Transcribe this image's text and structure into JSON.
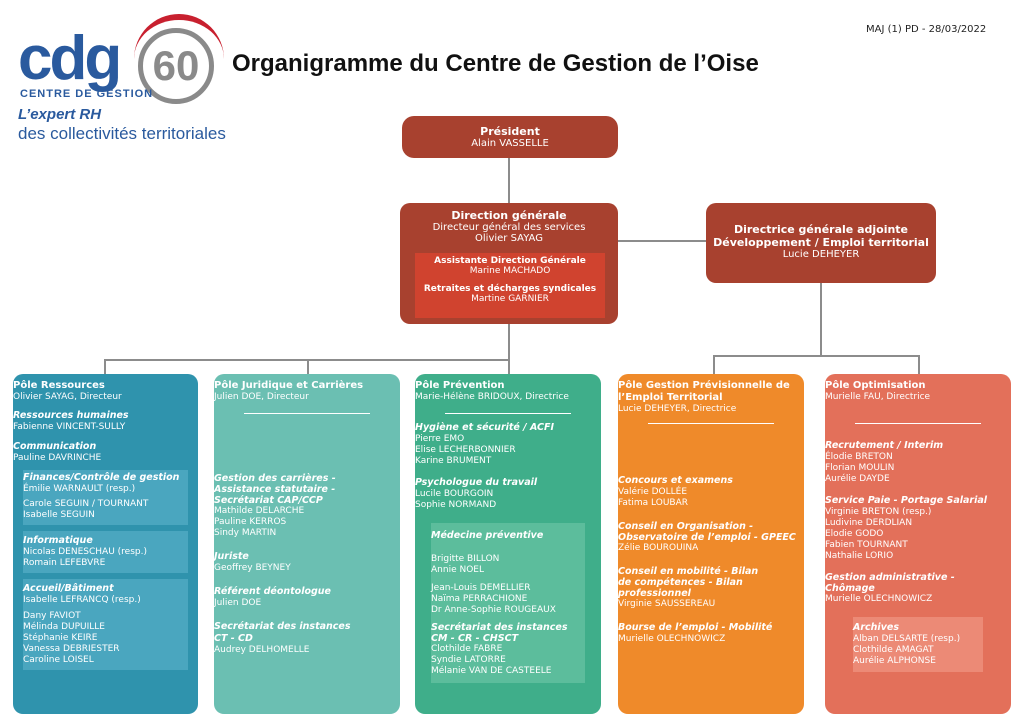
{
  "header": {
    "title": "Organigramme du Centre de Gestion de l’Oise",
    "maj": "MAJ (1) PD - 28/03/2022",
    "logo_cdg": "cdg",
    "logo_60": "60",
    "logo_sub": "CENTRE DE GESTION",
    "logo_expert": "L’expert RH",
    "logo_coll": "des collectivités territoriales"
  },
  "colors": {
    "direction": "#a8412f",
    "ressources": "#2f93ad",
    "juridique": "#6bbfb2",
    "prevention": "#3fae8a",
    "gpec": "#ef8a2a",
    "optimisation": "#e3705a",
    "connector": "#8c8c8c"
  },
  "president": {
    "title": "Président",
    "name": "Alain VASSELLE"
  },
  "dg": {
    "title": "Direction générale",
    "role": "Directeur général des services",
    "name": "Olivier SAYAG",
    "assist_title": "Assistante Direction Générale",
    "assist_name": "Marine MACHADO",
    "retraites_title": "Retraites et décharges syndicales",
    "retraites_name": "Martine GARNIER"
  },
  "dga": {
    "title1": "Directrice générale adjointe",
    "title2": "Développement / Emploi territorial",
    "name": "Lucie DEHEYER"
  },
  "poles": {
    "ressources": {
      "title": "Pôle Ressources",
      "head": "Olivier SAYAG, Directeur",
      "s1_title": "Ressources humaines",
      "s1_p1": "Fabienne VINCENT-SULLY",
      "s2_title": "Communication",
      "s2_p1": "Pauline DAVRINCHE",
      "s3_title": "Finances/Contrôle de gestion",
      "s3_p1": "Émilie WARNAULT (resp.)",
      "s3_p2": "Carole SEGUIN / TOURNANT",
      "s3_p3": "Isabelle SEGUIN",
      "s4_title": "Informatique",
      "s4_p1": "Nicolas DENESCHAU (resp.)",
      "s4_p2": "Romain LEFEBVRE",
      "s5_title": "Accueil/Bâtiment",
      "s5_p1": "Isabelle LEFRANCQ (resp.)",
      "s5_p2": "Dany FAVIOT",
      "s5_p3": "Mélinda DUPUILLE",
      "s5_p4": "Stéphanie KEIRE",
      "s5_p5": "Vanessa DEBRIESTER",
      "s5_p6": "Caroline LOISEL"
    },
    "juridique": {
      "title": "Pôle Juridique et Carrières",
      "head": "Julien DOE, Directeur",
      "s1_title1": "Gestion des carrières -",
      "s1_title2": "Assistance statutaire -",
      "s1_title3": "Secrétariat CAP/CCP",
      "s1_p1": "Mathilde DELARCHE",
      "s1_p2": "Pauline KERROS",
      "s1_p3": "Sindy MARTIN",
      "s2_title": "Juriste",
      "s2_p1": "Geoffrey BEYNEY",
      "s3_title": "Référent déontologue",
      "s3_p1": "Julien DOE",
      "s4_title1": "Secrétariat des instances",
      "s4_title2": "CT - CD",
      "s4_p1": "Audrey DELHOMELLE"
    },
    "prevention": {
      "title": "Pôle Prévention",
      "head": "Marie-Hélène BRIDOUX, Directrice",
      "s1_title": "Hygiène et sécurité / ACFI",
      "s1_p1": "Pierre EMO",
      "s1_p2": "Elise LECHERBONNIER",
      "s1_p3": "Karine BRUMENT",
      "s2_title": "Psychologue du travail",
      "s2_p1": "Lucile BOURGOIN",
      "s2_p2": "Sophie NORMAND",
      "s3_title": "Médecine préventive",
      "s3_p1": "Brigitte BILLON",
      "s3_p2": "Annie NOEL",
      "s3_p3": "Jean-Louis DEMELLIER",
      "s3_p4": "Naïma PERRACHIONE",
      "s3_p5": "Dr Anne-Sophie ROUGEAUX",
      "s4_title1": "Secrétariat des instances",
      "s4_title2": "CM - CR - CHSCT",
      "s4_p1": "Clothilde FABRE",
      "s4_p2": "Syndie LATORRE",
      "s4_p3": "Mélanie VAN DE CASTEELE"
    },
    "gpec": {
      "title1": "Pôle Gestion Prévisionnelle de",
      "title2": "l’Emploi Territorial",
      "head": "Lucie DEHEYER, Directrice",
      "s1_title": "Concours et examens",
      "s1_p1": "Valérie DOLLÉE",
      "s1_p2": "Fatima LOUBAR",
      "s2_title1": "Conseil en Organisation -",
      "s2_title2": "Observatoire de l’emploi - GPEEC",
      "s2_p1": "Zélie BOUROUINA",
      "s3_title1": "Conseil en mobilité - Bilan",
      "s3_title2": "de compétences - Bilan",
      "s3_title3": "professionnel",
      "s3_p1": "Virginie SAUSSEREAU",
      "s4_title": "Bourse de l’emploi - Mobilité",
      "s4_p1": "Murielle OLECHNOWICZ"
    },
    "optimisation": {
      "title": "Pôle Optimisation",
      "head": "Murielle FAU, Directrice",
      "s1_title": "Recrutement / Interim",
      "s1_p1": "Élodie BRETON",
      "s1_p2": "Florian MOULIN",
      "s1_p3": "Aurélie DAYDE",
      "s2_title": "Service Paie - Portage Salarial",
      "s2_p1": "Virginie BRETON (resp.)",
      "s2_p2": "Ludivine DERDLIAN",
      "s2_p3": "Elodie GODO",
      "s2_p4": "Fabien TOURNANT",
      "s2_p5": "Nathalie LORIO",
      "s3_title1": "Gestion administrative -",
      "s3_title2": "Chômage",
      "s3_p1": "Murielle OLECHNOWICZ",
      "s4_title": "Archives",
      "s4_p1": "Alban DELSARTE (resp.)",
      "s4_p2": "Clothilde AMAGAT",
      "s4_p3": "Aurélie ALPHONSE"
    }
  }
}
